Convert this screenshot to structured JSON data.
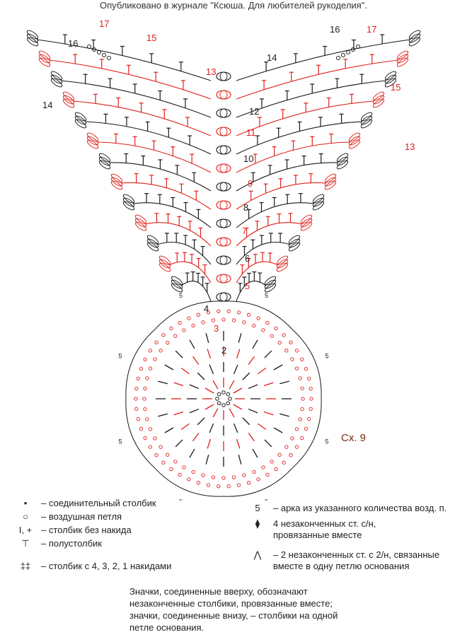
{
  "header": {
    "publication": "Опубликовано в журнале \"Ксюша. Для любителей рукоделия\"."
  },
  "scheme": {
    "label": "Сх. 9",
    "row_numbers": [
      "2",
      "3",
      "4",
      "5",
      "6",
      "7",
      "8",
      "9",
      "10",
      "11",
      "12",
      "13",
      "14",
      "15",
      "16",
      "17"
    ],
    "chain_counts": [
      "2",
      "3",
      "4",
      "5"
    ],
    "colors": {
      "black_rows": "#1a1a1a",
      "red_rows": "#e0201b",
      "label": "#7a2a12"
    }
  },
  "legend": {
    "slip_stitch": "– соединительный столбик",
    "chain": "– воздушная петля",
    "single_crochet_sym": "I, +",
    "single_crochet": "– столбик без накида",
    "half_double": "– полустолбик",
    "treble_multi": "– столбик с 4, 3, 2, 1 накидами",
    "arch": "– арка из указанного количества возд. п.",
    "arch_sym": "5",
    "cluster_4_line1": "4 незаконченных ст. с/н,",
    "cluster_4_line2": "провязанные вместе",
    "cluster_2_line1": "– 2 незаконченных ст. с 2/н, связанные",
    "cluster_2_line2": "вместе в одну петлю основания"
  },
  "note": {
    "line1": "Значки, соединенные вверху, обозначают",
    "line2": "незаконченные столбики, провязанные вместе;",
    "line3": "значки, соединенные внизу, – столбики на одной",
    "line4": "петле основания."
  }
}
